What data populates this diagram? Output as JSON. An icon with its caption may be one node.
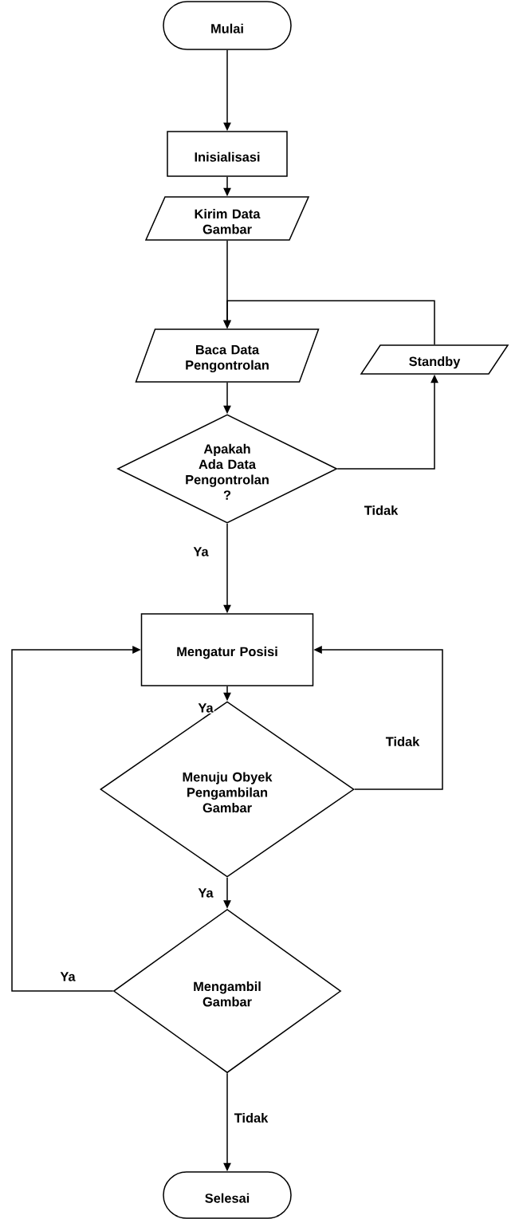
{
  "diagram": {
    "nodes": [
      {
        "text": [
          "Mulai"
        ]
      },
      {
        "text": [
          "Inisialisasi"
        ]
      },
      {
        "text": [
          "Kirim Data Gambar"
        ]
      },
      {
        "text": [
          "Baca Data Pengontrolan"
        ]
      },
      {
        "text": [
          "Standby"
        ]
      },
      {
        "text": [
          "Apakah Ada Data Pengontrolan ?"
        ]
      },
      {
        "text": [
          "Mengatur Posisi"
        ]
      },
      {
        "text": [
          "Menuju Obyek Pengambilan Gambar"
        ]
      },
      {
        "text": [
          "Mengambil Gambar"
        ]
      },
      {
        "text": [
          "Selesai"
        ]
      }
    ],
    "edges": [
      {
        "from": 0,
        "to": 1,
        "arrow": "to"
      },
      {
        "from": 1,
        "to": 2,
        "arrow": "to"
      },
      {
        "from": 2,
        "to": 3,
        "arrow": "to"
      },
      {
        "from": 3,
        "to": 5,
        "arrow": "to"
      },
      {
        "from": 5,
        "to": 4,
        "arrow": "to",
        "label": "Tidak"
      },
      {
        "from": 4,
        "to": 3,
        "arrow": "to"
      },
      {
        "from": 5,
        "to": 6,
        "arrow": "to",
        "label": "Ya"
      },
      {
        "from": 6,
        "to": 7,
        "arrow": "to",
        "label": "Ya"
      },
      {
        "from": 7,
        "to": 6,
        "arrow": "to",
        "label": "Tidak"
      },
      {
        "from": 7,
        "to": 8,
        "arrow": "to",
        "label": "Ya"
      },
      {
        "from": 8,
        "to": 6,
        "arrow": "to",
        "label": "Ya"
      },
      {
        "from": 8,
        "to": 9,
        "arrow": "to",
        "label": "Tidak"
      }
    ]
  }
}
